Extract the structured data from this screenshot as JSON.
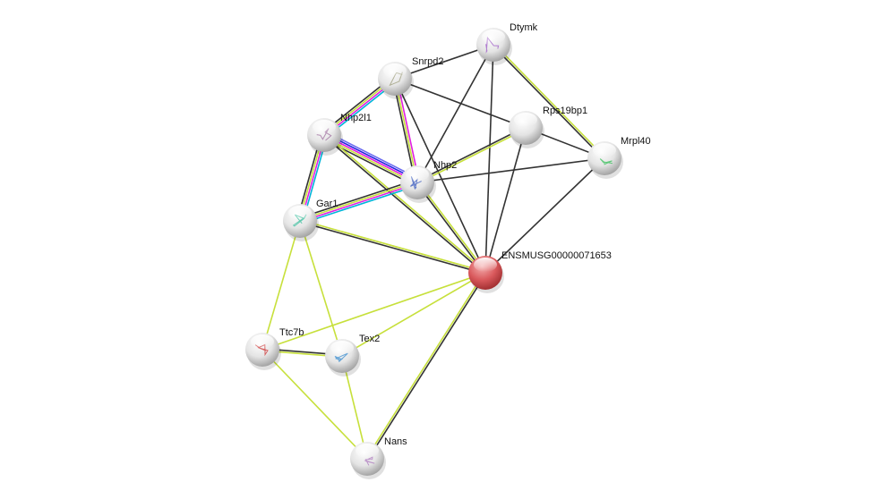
{
  "title": "Protein interaction network",
  "edge_colors": {
    "textmining": "#c7e03b",
    "coexpression": "#333333",
    "database": "#00b4d8",
    "experiments": "#e020e0",
    "homology": "#6a6af0",
    "blue": "#2020e0"
  },
  "nodes": [
    {
      "id": "Dtymk",
      "label": "Dtymk",
      "color": "#e6e6e6",
      "structure": "#a060c8"
    },
    {
      "id": "Snrpd2",
      "label": "Snrpd2",
      "color": "#e6e6e6",
      "structure": "#a0a080"
    },
    {
      "id": "Rps19bp1",
      "label": "Rps19bp1",
      "color": "#e6e6e6",
      "structure": ""
    },
    {
      "id": "Mrpl40",
      "label": "Mrpl40",
      "color": "#e6e6e6",
      "structure": "#40c060"
    },
    {
      "id": "Nhp2l1",
      "label": "Nhp2l1",
      "color": "#e6e6e6",
      "structure": "#a070a0"
    },
    {
      "id": "Nhp2",
      "label": "Nhp2",
      "color": "#e6e6e6",
      "structure": "#4060c0"
    },
    {
      "id": "Gar1",
      "label": "Gar1",
      "color": "#e6e6e6",
      "structure": "#40c0a0"
    },
    {
      "id": "ENSMUSG00000071653",
      "label": "ENSMUSG00000071653",
      "color": "#d9595c",
      "structure": ""
    },
    {
      "id": "Ttc7b",
      "label": "Ttc7b",
      "color": "#e6e6e6",
      "structure": "#d04040"
    },
    {
      "id": "Tex2",
      "label": "Tex2",
      "color": "#e6e6e6",
      "structure": "#4090d0"
    },
    {
      "id": "Nans",
      "label": "Nans",
      "color": "#e6e6e6",
      "structure": "#b080c0"
    }
  ],
  "edges": [
    {
      "a": "Snrpd2",
      "b": "Dtymk",
      "types": [
        "coexpression"
      ]
    },
    {
      "a": "Snrpd2",
      "b": "Rps19bp1",
      "types": [
        "coexpression"
      ]
    },
    {
      "a": "Snrpd2",
      "b": "Nhp2l1",
      "types": [
        "database",
        "experiments",
        "textmining",
        "coexpression"
      ]
    },
    {
      "a": "Snrpd2",
      "b": "Nhp2",
      "types": [
        "experiments",
        "textmining",
        "coexpression"
      ]
    },
    {
      "a": "Snrpd2",
      "b": "ENSMUSG00000071653",
      "types": [
        "coexpression"
      ]
    },
    {
      "a": "Dtymk",
      "b": "Mrpl40",
      "types": [
        "textmining",
        "coexpression"
      ]
    },
    {
      "a": "Dtymk",
      "b": "Nhp2",
      "types": [
        "coexpression"
      ]
    },
    {
      "a": "Dtymk",
      "b": "ENSMUSG00000071653",
      "types": [
        "coexpression"
      ]
    },
    {
      "a": "Rps19bp1",
      "b": "Mrpl40",
      "types": [
        "coexpression"
      ]
    },
    {
      "a": "Rps19bp1",
      "b": "Nhp2",
      "types": [
        "textmining",
        "coexpression"
      ]
    },
    {
      "a": "Rps19bp1",
      "b": "ENSMUSG00000071653",
      "types": [
        "coexpression"
      ]
    },
    {
      "a": "Mrpl40",
      "b": "Nhp2",
      "types": [
        "coexpression"
      ]
    },
    {
      "a": "Mrpl40",
      "b": "ENSMUSG00000071653",
      "types": [
        "coexpression"
      ]
    },
    {
      "a": "Nhp2l1",
      "b": "Nhp2",
      "types": [
        "homology",
        "blue",
        "experiments",
        "textmining",
        "coexpression"
      ]
    },
    {
      "a": "Nhp2l1",
      "b": "Gar1",
      "types": [
        "database",
        "experiments",
        "textmining",
        "coexpression"
      ]
    },
    {
      "a": "Nhp2l1",
      "b": "ENSMUSG00000071653",
      "types": [
        "textmining",
        "coexpression"
      ]
    },
    {
      "a": "Nhp2",
      "b": "Gar1",
      "types": [
        "database",
        "experiments",
        "textmining",
        "coexpression"
      ]
    },
    {
      "a": "Nhp2",
      "b": "ENSMUSG00000071653",
      "types": [
        "textmining",
        "coexpression"
      ]
    },
    {
      "a": "Gar1",
      "b": "ENSMUSG00000071653",
      "types": [
        "textmining",
        "coexpression"
      ]
    },
    {
      "a": "Gar1",
      "b": "Ttc7b",
      "types": [
        "textmining"
      ]
    },
    {
      "a": "Gar1",
      "b": "Tex2",
      "types": [
        "textmining"
      ]
    },
    {
      "a": "Ttc7b",
      "b": "Tex2",
      "types": [
        "coexpression",
        "textmining"
      ]
    },
    {
      "a": "Ttc7b",
      "b": "Nans",
      "types": [
        "textmining"
      ]
    },
    {
      "a": "Ttc7b",
      "b": "ENSMUSG00000071653",
      "types": [
        "textmining"
      ]
    },
    {
      "a": "Tex2",
      "b": "Nans",
      "types": [
        "textmining"
      ]
    },
    {
      "a": "Tex2",
      "b": "ENSMUSG00000071653",
      "types": [
        "textmining"
      ]
    },
    {
      "a": "Nans",
      "b": "ENSMUSG00000071653",
      "types": [
        "textmining",
        "coexpression"
      ]
    }
  ]
}
